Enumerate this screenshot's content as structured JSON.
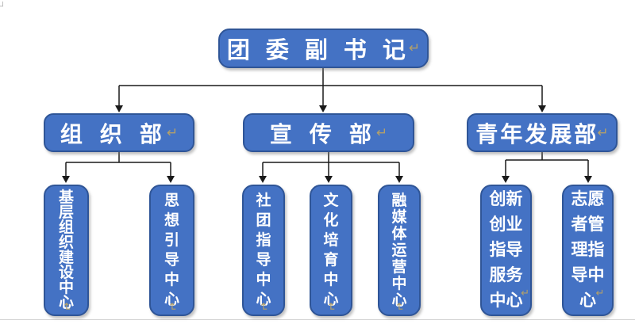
{
  "org_chart": {
    "root": {
      "label": "团委副书记"
    },
    "departments": [
      {
        "label": "组织部",
        "children": [
          {
            "label": "基层组织建设中心"
          },
          {
            "label": "思想引导中心"
          }
        ]
      },
      {
        "label": "宣传部",
        "children": [
          {
            "label": "社团指导中心"
          },
          {
            "label": "文化培育中心"
          },
          {
            "label": "融媒体运营中心"
          }
        ]
      },
      {
        "label": "青年发展部",
        "children": [
          {
            "label": "创新创业指导服务中心"
          },
          {
            "label": "志愿者管理指导中心"
          }
        ]
      }
    ]
  },
  "icons": {
    "return_mark": "↵",
    "corner_mark": "┘"
  },
  "colors": {
    "node_fill": "#4472C4",
    "node_border": "#2F5597",
    "node_text": "#FFFFFF",
    "connector": "#1A1A1A",
    "return_mark": "#B3A06A",
    "background": "#FFFFFF"
  }
}
